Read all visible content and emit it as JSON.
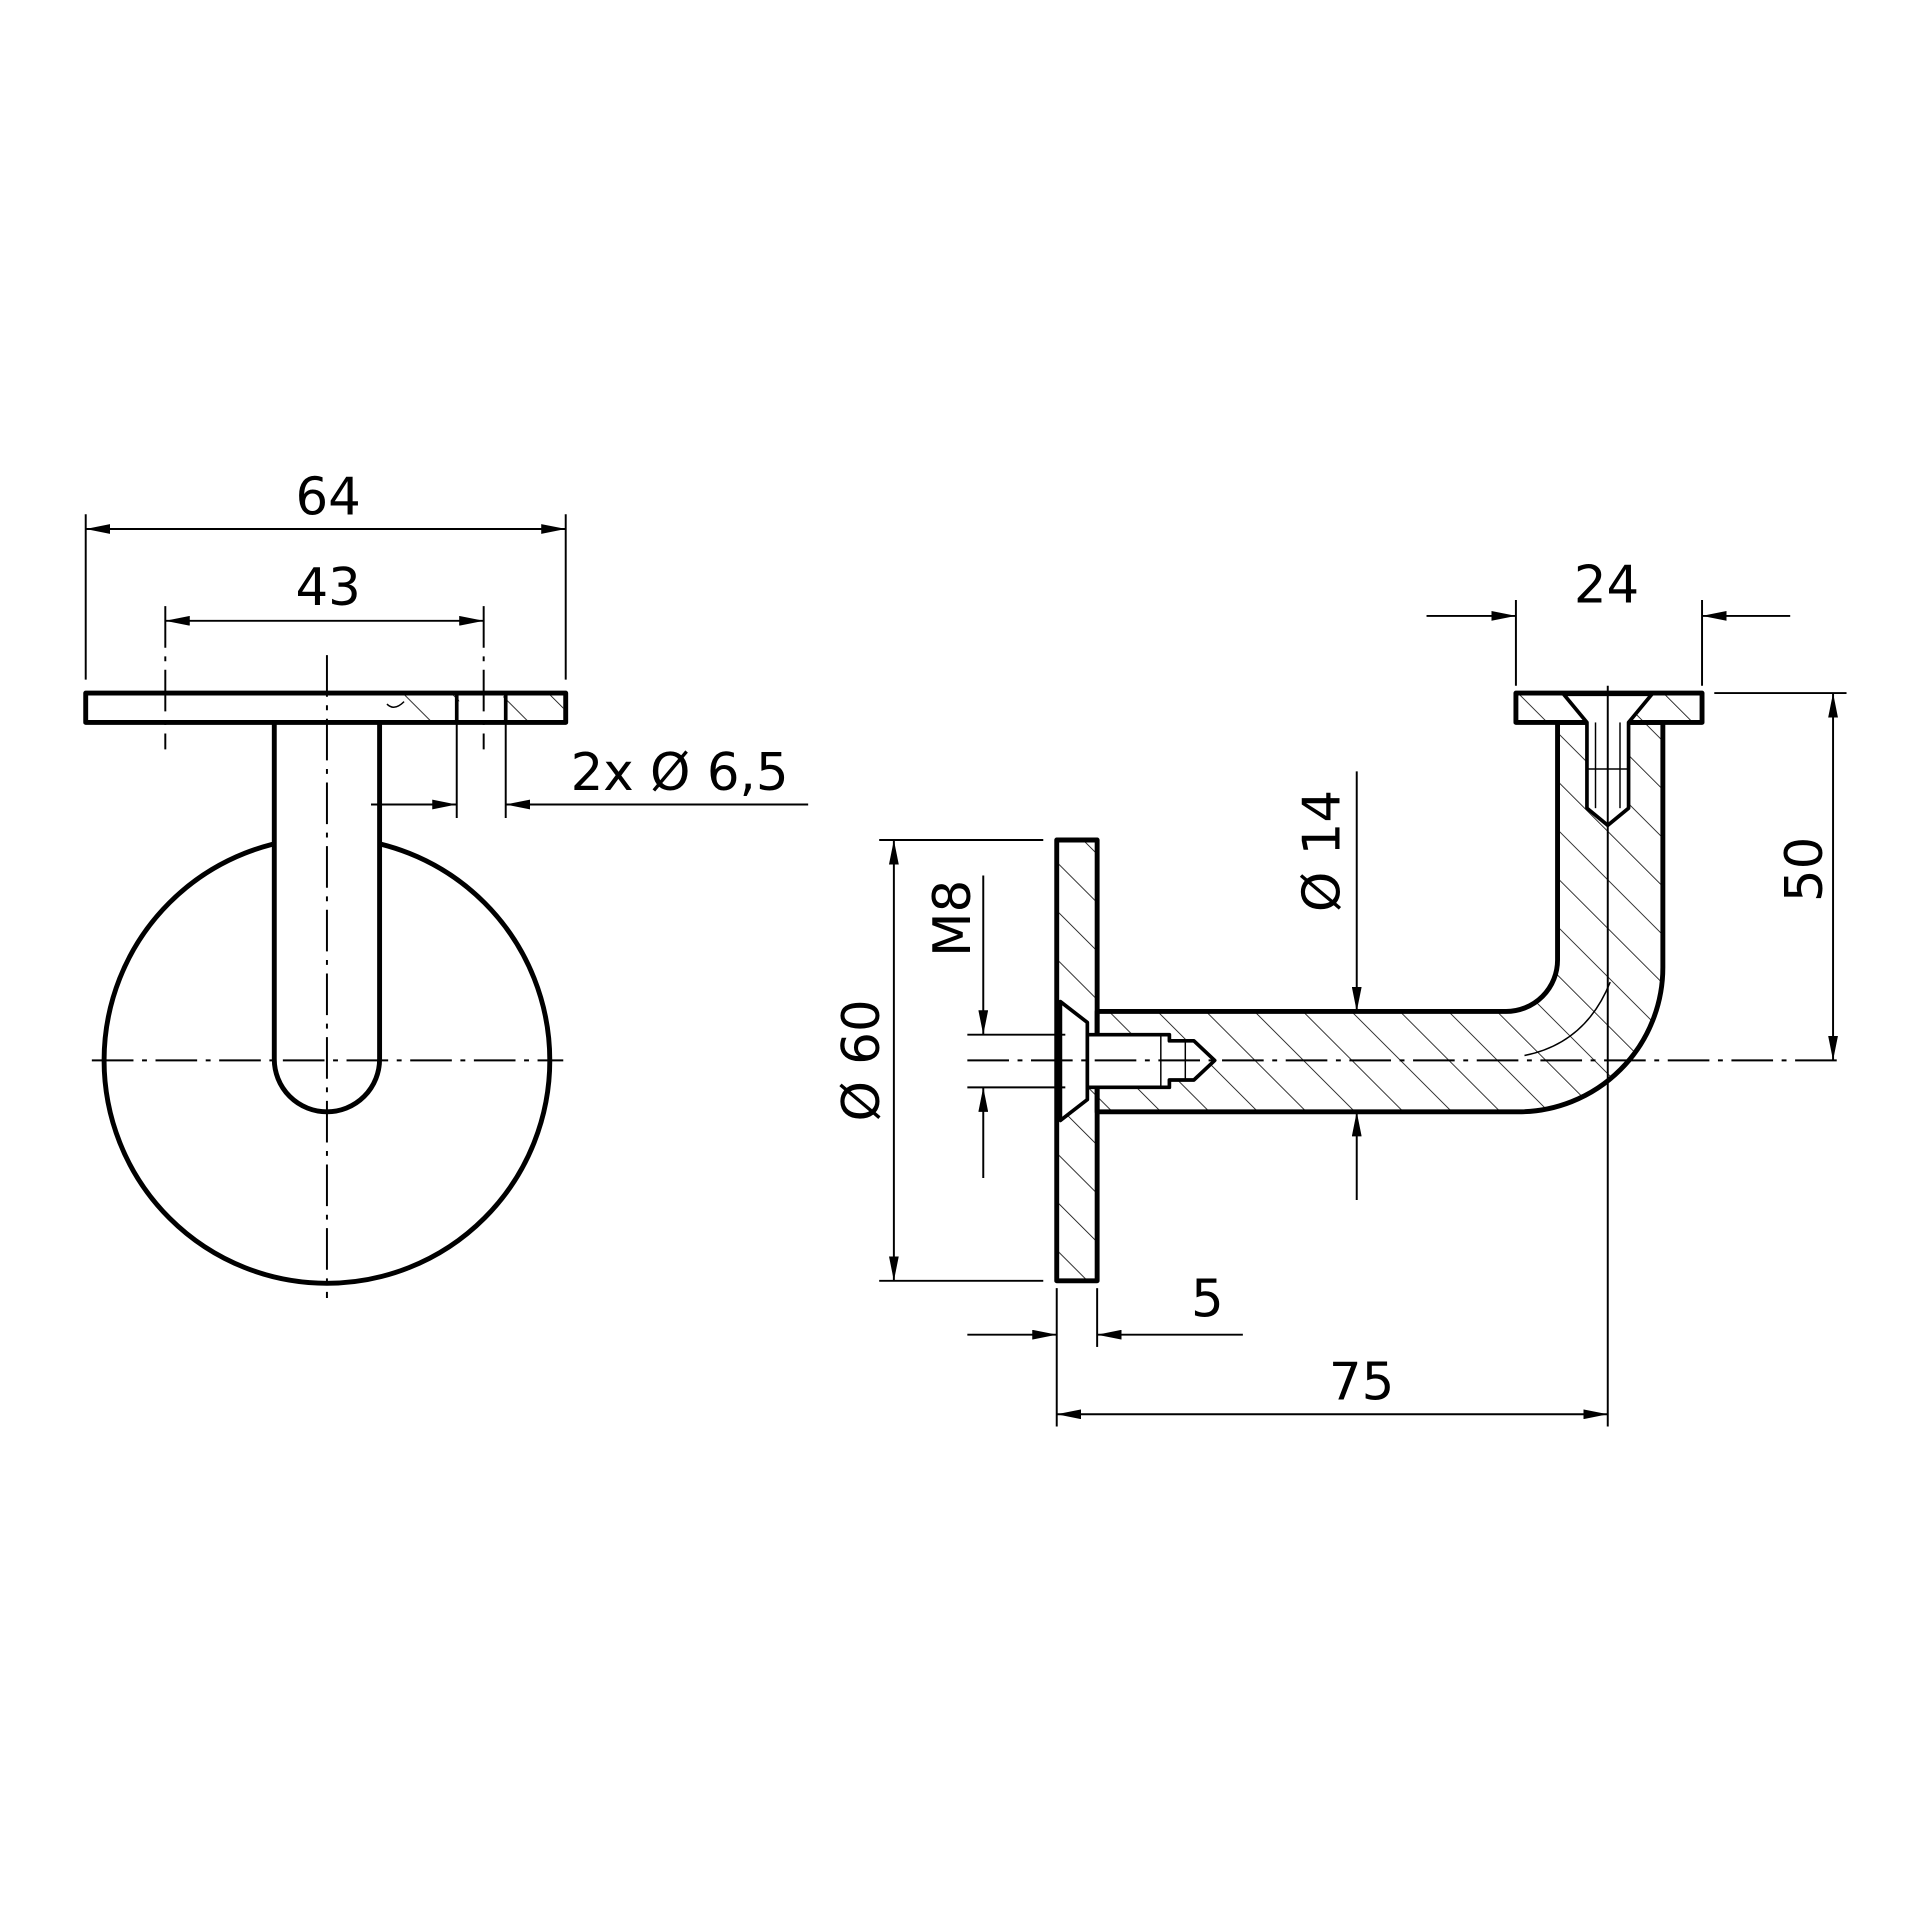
{
  "drawing": {
    "front_view": {
      "dimensions": {
        "plate_width": "64",
        "hole_spacing": "43",
        "holes": "2x Ø 6,5"
      }
    },
    "side_view": {
      "dimensions": {
        "plate_width": "24",
        "height": "50",
        "tube_diameter": "Ø 14",
        "thread": "M8",
        "rosette_diameter": "Ø 60",
        "rosette_thickness": "5",
        "projection": "75"
      }
    },
    "colors": {
      "line": "#000000",
      "background": "#ffffff"
    }
  }
}
